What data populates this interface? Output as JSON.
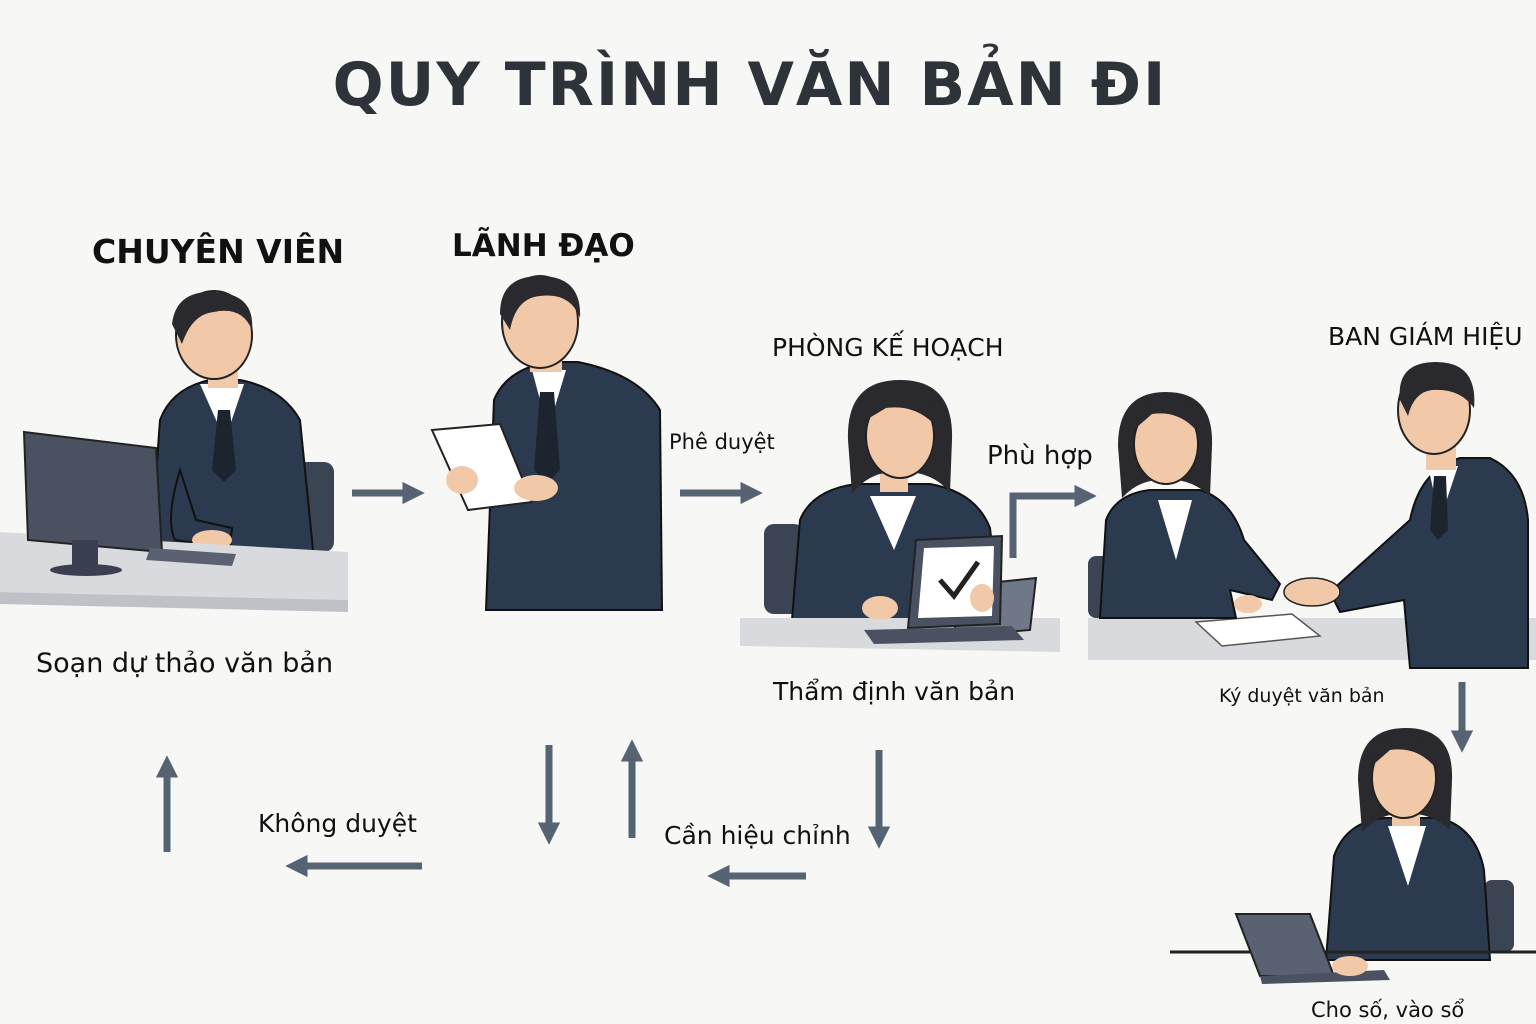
{
  "title": "QUY TRÌNH VĂN BẢN ĐI",
  "roles": {
    "chuyen_vien": "CHUYÊN VIÊN",
    "lanh_dao": "LÃNH ĐẠO",
    "phong_ke_hoach": "PHÒNG KẾ HOẠCH",
    "ban_giam_hieu": "BAN GIÁM HIỆU"
  },
  "steps": {
    "soan_du_thao": "Soạn dự thảo văn bản",
    "tham_dinh": "Thẩm định văn bản",
    "ky_duyet": "Ký duyệt văn bản",
    "cho_so": "Cho số, vào sổ"
  },
  "arrows": {
    "phe_duyet": "Phê duyệt",
    "phu_hop": "Phù hợp",
    "khong_duyet": "Không duyệt",
    "can_hieu_chinh": "Cần hiệu chỉnh"
  },
  "colors": {
    "suit": "#2b3a4e",
    "arrow": "#566373",
    "skin": "#f2c9a8",
    "hair": "#2a2a2e",
    "desk": "#d9dadd"
  }
}
